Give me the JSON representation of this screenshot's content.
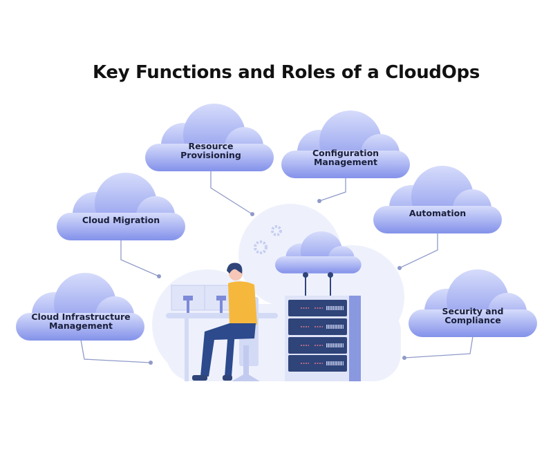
{
  "title": "Key Functions and Roles of a CloudOps",
  "functions": [
    {
      "lines": [
        "Resource",
        "Provisioning"
      ]
    },
    {
      "lines": [
        "Configuration",
        "Management"
      ]
    },
    {
      "lines": [
        "Cloud Migration"
      ]
    },
    {
      "lines": [
        "Automation"
      ]
    },
    {
      "lines": [
        "Cloud Infrastructure",
        "Management"
      ]
    },
    {
      "lines": [
        "Security and",
        "Compliance"
      ]
    }
  ],
  "colors": {
    "cloud_top": "#d3d9fa",
    "cloud_bottom": "#8593ea",
    "server": "#2f4479",
    "shirt": "#f5b83d",
    "pants": "#2c4a8c"
  }
}
